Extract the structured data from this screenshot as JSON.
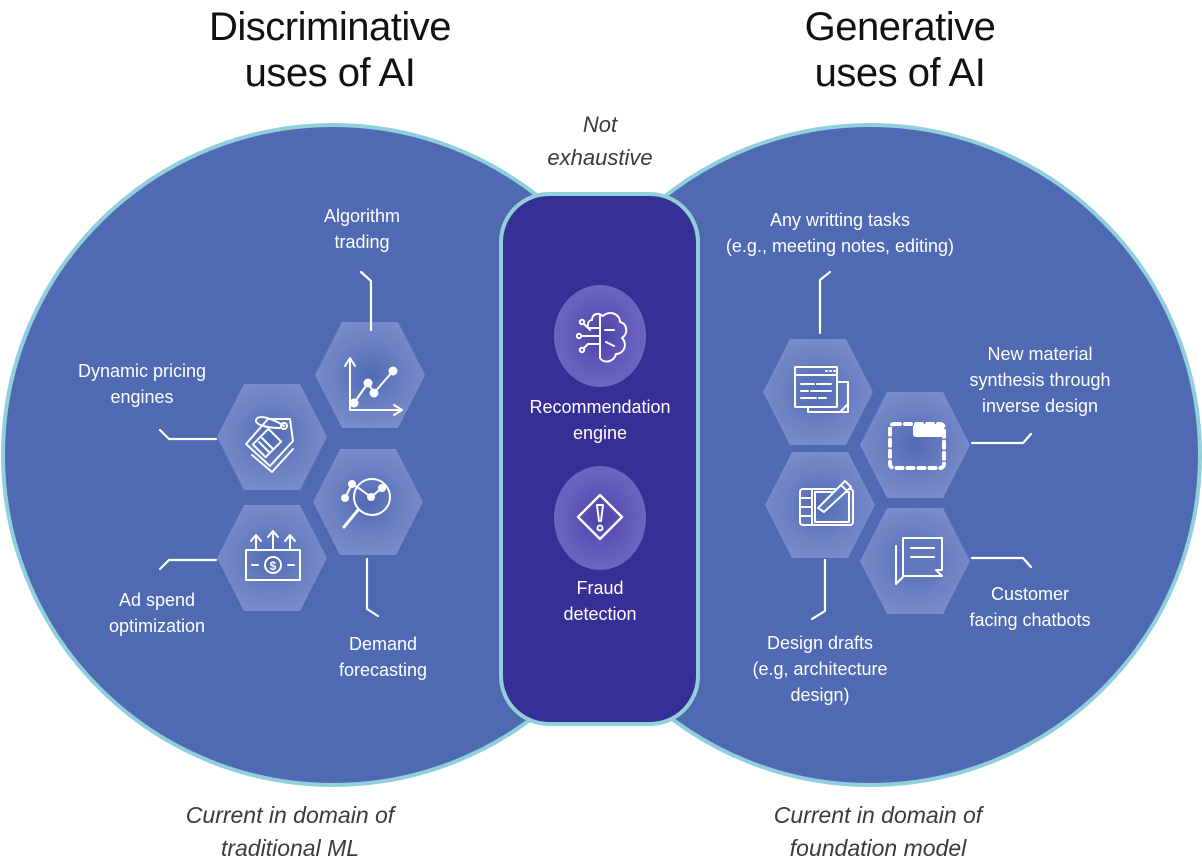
{
  "colors": {
    "circle_fill": "#4f6ab3",
    "circle_stroke": "#8fd0dc",
    "pill_fill": "#362f96",
    "hex_fill": "#7386c7",
    "line_color": "#ffffff",
    "label_color": "#ffffff",
    "title_color": "#111111",
    "note_color": "#3a3a3a"
  },
  "left": {
    "title_lines": [
      "Discriminative",
      "uses of AI"
    ],
    "footer_lines": [
      "Current in domain of",
      "traditional ML"
    ],
    "items": [
      {
        "id": "algorithm-trading",
        "icon": "line-chart-icon",
        "label_lines": [
          "Algorithm",
          "trading"
        ]
      },
      {
        "id": "dynamic-pricing",
        "icon": "price-tag-icon",
        "label_lines": [
          "Dynamic pricing",
          "engines"
        ]
      },
      {
        "id": "demand-forecasting",
        "icon": "magnifier-chart-icon",
        "label_lines": [
          "Demand",
          "forecasting"
        ]
      },
      {
        "id": "ad-spend",
        "icon": "money-arrows-icon",
        "label_lines": [
          "Ad spend",
          "optimization"
        ]
      }
    ]
  },
  "center": {
    "note_lines": [
      "Not",
      "exhaustive"
    ],
    "items": [
      {
        "id": "recommendation-engine",
        "icon": "brain-circuit-icon",
        "label_lines": [
          "Recommendation",
          "engine"
        ]
      },
      {
        "id": "fraud-detection",
        "icon": "warning-diamond-icon",
        "label_lines": [
          "Fraud",
          "detection"
        ]
      }
    ]
  },
  "right": {
    "title_lines": [
      "Generative",
      "uses of AI"
    ],
    "footer_lines": [
      "Current in domain of",
      "foundation model"
    ],
    "items": [
      {
        "id": "writing-tasks",
        "icon": "document-icon",
        "label_lines": [
          "Any writting tasks",
          "(e.g., meeting notes, editing)"
        ]
      },
      {
        "id": "material-synthesis",
        "icon": "dashed-frame-icon",
        "label_lines": [
          "New material",
          "synthesis through",
          "inverse design"
        ]
      },
      {
        "id": "design-drafts",
        "icon": "drawing-tablet-icon",
        "label_lines": [
          "Design drafts",
          "(e.g, architecture",
          "design)"
        ]
      },
      {
        "id": "chatbots",
        "icon": "chat-bubbles-icon",
        "label_lines": [
          "Customer",
          "facing chatbots"
        ]
      }
    ]
  }
}
